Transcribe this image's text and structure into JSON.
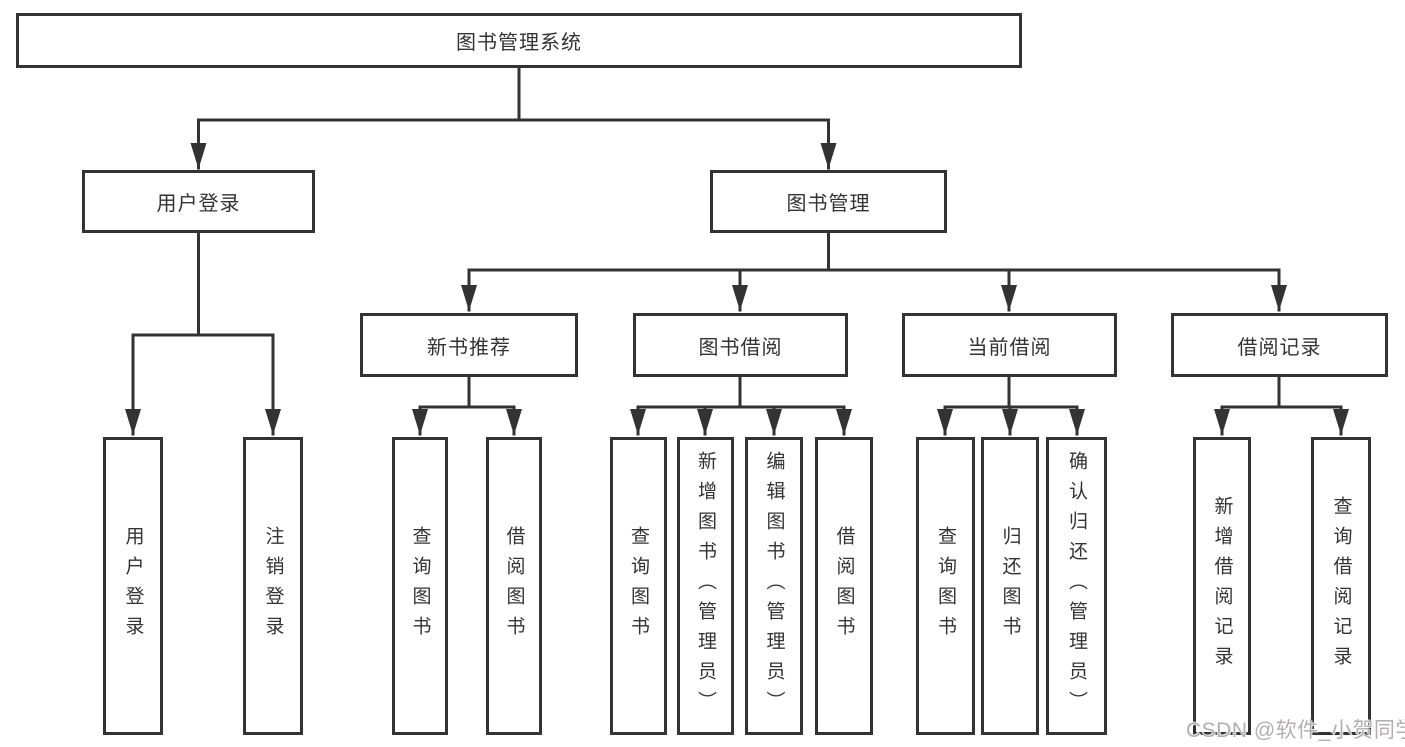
{
  "tree": {
    "root": {
      "label": "图书管理系统"
    },
    "user_login": {
      "label": "用户登录",
      "children": [
        {
          "label": "用户登录"
        },
        {
          "label": "注销登录"
        }
      ]
    },
    "book_mgmt": {
      "label": "图书管理"
    },
    "new_book_rec": {
      "label": "新书推荐",
      "children": [
        {
          "label": "查询图书"
        },
        {
          "label": "借阅图书"
        }
      ]
    },
    "book_borrow": {
      "label": "图书借阅",
      "children": [
        {
          "label": "查询图书"
        },
        {
          "label": "新增图书（管理员）"
        },
        {
          "label": "编辑图书（管理员）"
        },
        {
          "label": "借阅图书"
        }
      ]
    },
    "current_borrow": {
      "label": "当前借阅",
      "children": [
        {
          "label": "查询图书"
        },
        {
          "label": "归还图书"
        },
        {
          "label": "确认归还（管理员）"
        }
      ]
    },
    "borrow_record": {
      "label": "借阅记录",
      "children": [
        {
          "label": "新增借阅记录"
        },
        {
          "label": "查询借阅记录"
        }
      ]
    }
  },
  "watermark": {
    "text": "CSDN @软件_小贺同学"
  },
  "colors": {
    "line": "#333333",
    "border": "#333333",
    "text": "#333333",
    "watermark": "#b2afaf",
    "background": "#ffffff"
  }
}
